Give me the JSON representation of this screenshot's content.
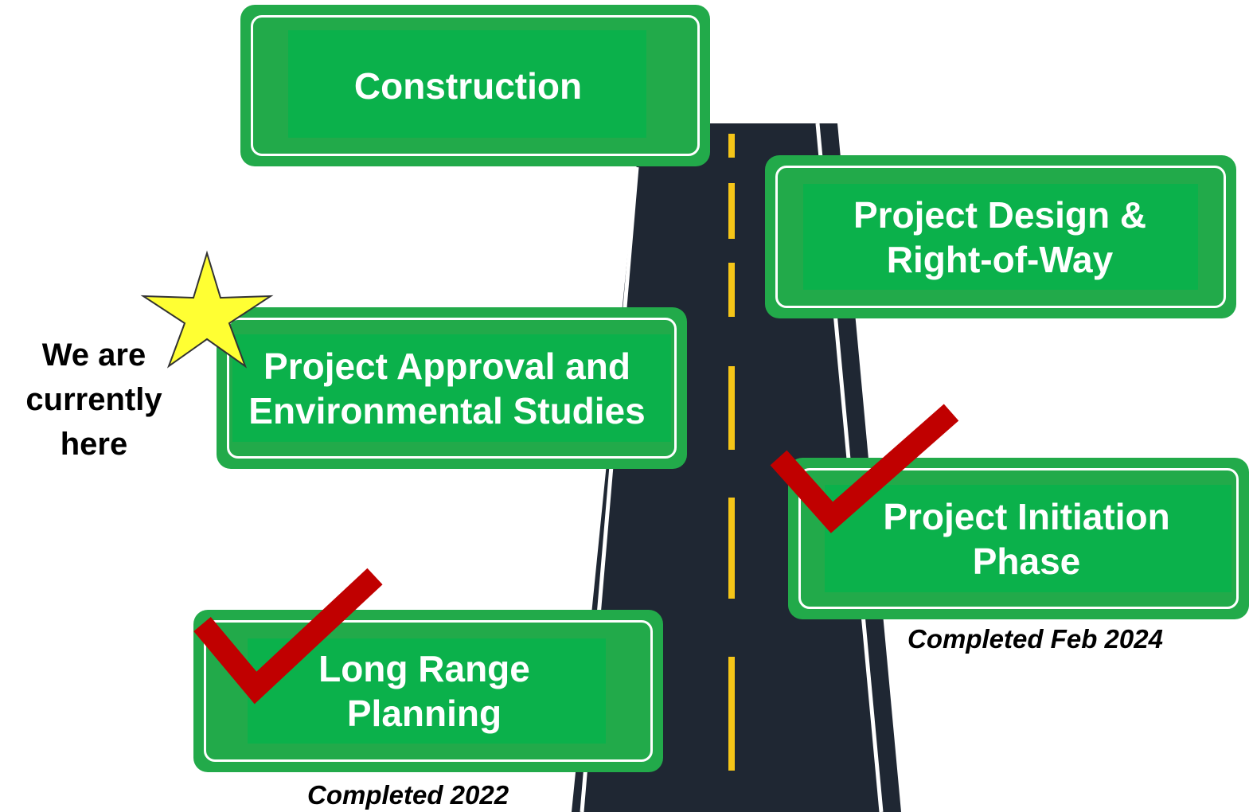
{
  "colors": {
    "sign_outer": "#22AA4A",
    "sign_inner": "#0BB14B",
    "road": "#1F2733",
    "lane_marking": "#F5C518",
    "edge_line": "#FFFFFF",
    "check": "#C00000",
    "star": "#FFFF33"
  },
  "signs": {
    "construction": "Construction",
    "design_line1": "Project Design &",
    "design_line2": "Right-of-Way",
    "approval_line1": "Project Approval and",
    "approval_line2": "Environmental Studies",
    "initiation_line1": "Project Initiation",
    "initiation_line2": "Phase",
    "planning_line1": "Long Range",
    "planning_line2": "Planning"
  },
  "notes": {
    "initiation_completed": "Completed Feb 2024",
    "planning_completed": "Completed 2022"
  },
  "marker": {
    "line1": "We are",
    "line2": "currently",
    "line3": "here",
    "icon": "star-icon"
  }
}
